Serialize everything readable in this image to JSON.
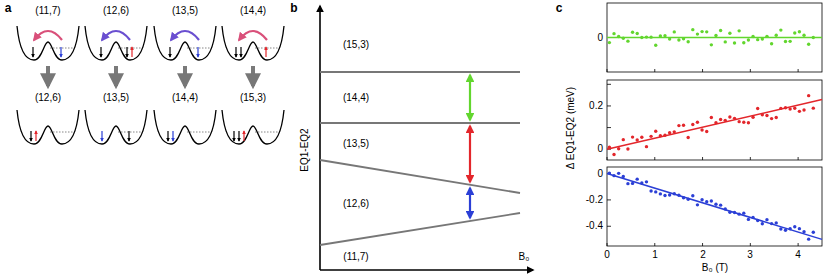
{
  "diagram": {
    "labels": [
      "a",
      "(11,7)",
      "(12,6)",
      "(13,5)",
      "(14,4)",
      "(12,6)",
      "(13,5)",
      "(14,4)",
      "(15,3)",
      "b",
      "(15,3)",
      "(14,4)",
      "(13,5)",
      "(12,6)",
      "(11,7)",
      "EQ1-EQ2",
      "B₀",
      "c",
      "Δ EQ1-EQ2 (meV)",
      "0",
      "0.2",
      "0",
      "0",
      "-0.2",
      "-0.4",
      "0",
      "1",
      "2",
      "3",
      "4",
      "B₀ (T)"
    ]
  }
}
